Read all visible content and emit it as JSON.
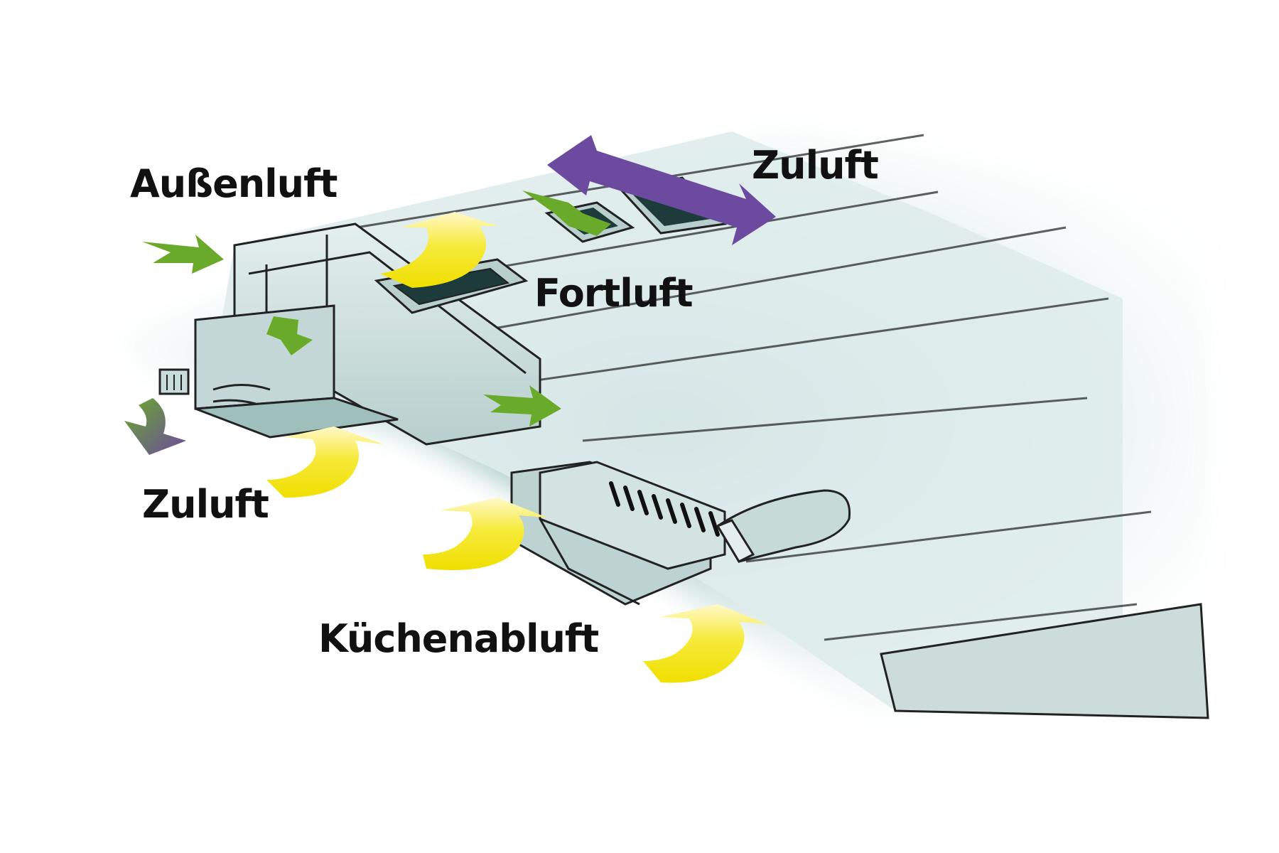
{
  "labels": {
    "aussenluft": "Außenluft",
    "zuluft_top": "Zuluft",
    "fortluft": "Fortluft",
    "zuluft_left": "Zuluft",
    "kuechenabluft": "Küchenabluft"
  },
  "colors": {
    "outdoor_air_arrow": "#6aaa2a",
    "supply_air_arrow": "#6c4aa0",
    "exhaust_air_arrow": "#f2e600",
    "duct_body": "#cfe0df",
    "duct_shadow": "#2f6f6e",
    "outline": "#222222",
    "label_text": "#111111"
  }
}
